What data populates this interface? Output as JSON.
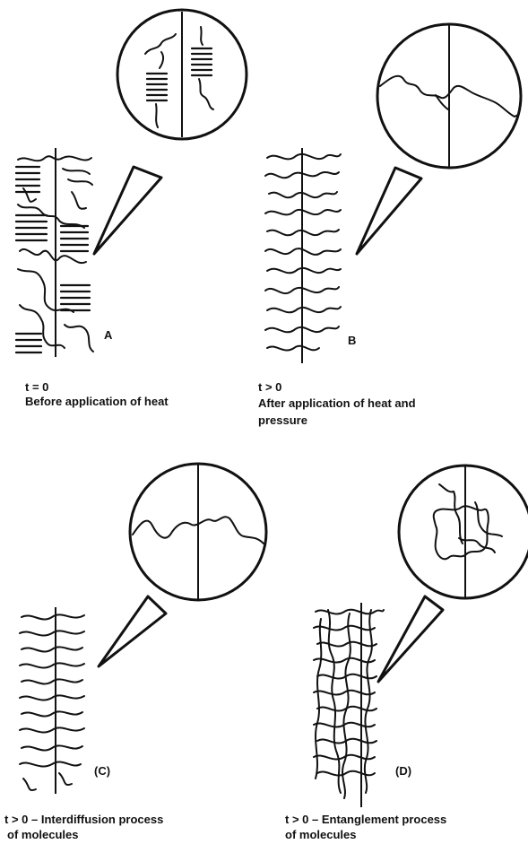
{
  "panels": [
    {
      "letter": "A",
      "time": "t = 0",
      "caption_lines": [
        "Before application of heat"
      ]
    },
    {
      "letter": "B",
      "time": "t > 0",
      "caption_lines": [
        "After application of heat and",
        "pressure"
      ]
    },
    {
      "letter": "(C)",
      "time": "",
      "caption_lines": [
        "t > 0 – Interdiffusion process",
        "of molecules"
      ]
    },
    {
      "letter": "(D)",
      "time": "",
      "caption_lines": [
        "t > 0 – Entanglement process",
        "of molecules"
      ]
    }
  ]
}
